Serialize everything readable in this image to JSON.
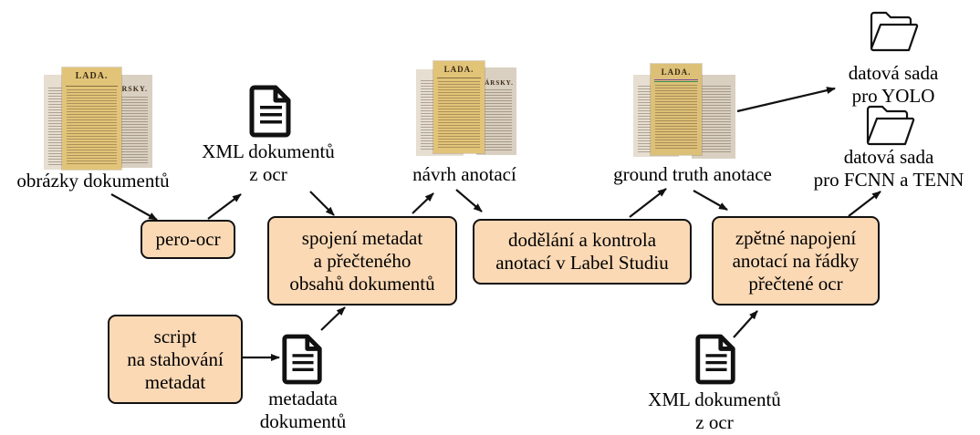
{
  "labels": {
    "images": "obrázky dokumentů",
    "xml_top": [
      "XML dokumentů",
      "z ocr"
    ],
    "proposal": "návrh anotací",
    "ground_truth": "ground truth anotace",
    "yolo": [
      "datová sada",
      "pro YOLO"
    ],
    "fcnn": [
      "datová sada",
      "pro FCNN a TENN"
    ],
    "metadata": [
      "metadata",
      "dokumentů"
    ],
    "xml_bottom": [
      "XML dokumentů",
      "z ocr"
    ]
  },
  "boxes": {
    "pero": [
      "pero-ocr"
    ],
    "merge": [
      "spojení metadat",
      "a přečteného",
      "obsahů dokumentů"
    ],
    "labelstudio": [
      "dodělání a kontrola",
      "anotací v Label Studiu"
    ],
    "backmap": [
      "zpětné napojení",
      "anotací na řádky",
      "přečtené ocr"
    ],
    "script": [
      "script",
      "na stahování",
      "metadat"
    ]
  },
  "thumbnails": {
    "masthead": "LADA.",
    "masthead_side": "DÁRSKY."
  },
  "icons": [
    "document-icon",
    "folder-icon"
  ],
  "colors": {
    "box_fill": "#fbd9b5",
    "stroke": "#111111",
    "paper_front": "#e2c479"
  }
}
